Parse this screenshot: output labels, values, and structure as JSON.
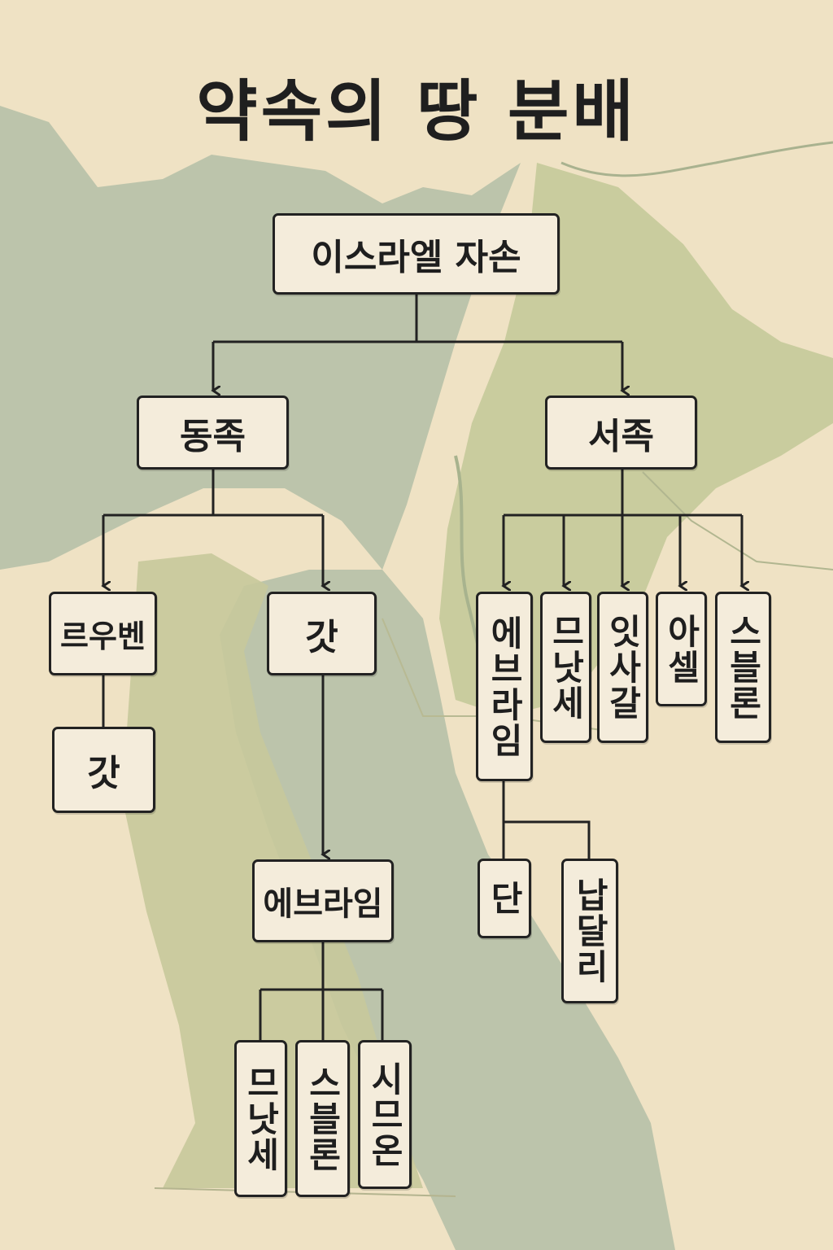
{
  "title": "약속의 땅 분배",
  "colors": {
    "background": "#efe2c4",
    "water": "#bdc4ad",
    "land": "#c8cb9c",
    "box_fill": "#f4ecdb",
    "line": "#222222"
  },
  "nodes": {
    "root": "이스라엘 자손",
    "east": "동족",
    "west": "서족",
    "reuben": "르우벤",
    "gad_east": "갓",
    "gad_under_reuben": "갓",
    "ephraim_east": "에브라임",
    "manasseh_east": "므낫세",
    "zebulun_east": "스블론",
    "simeon": "시므온",
    "ephraim_west": "에브라임",
    "manasseh_west": "므낫세",
    "issachar": "잇사갈",
    "asher": "아셀",
    "zebulun_west": "스블론",
    "dan": "단",
    "naphtali": "납달리"
  }
}
